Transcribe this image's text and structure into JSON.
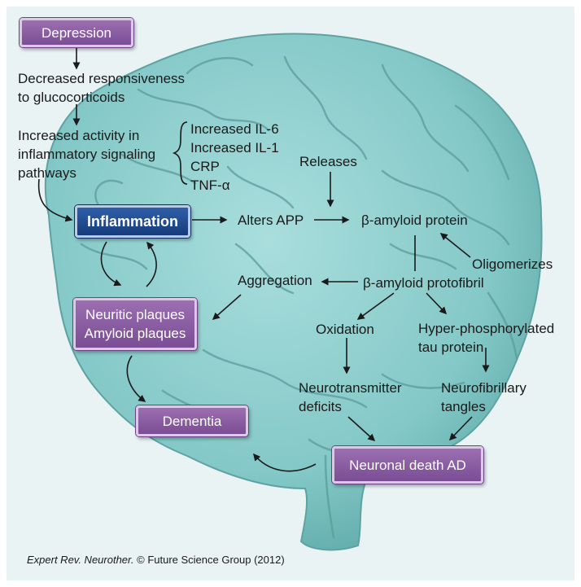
{
  "nodes": {
    "depression": "Depression",
    "decreased_responsiveness": [
      "Decreased responsiveness",
      "to glucocorticoids"
    ],
    "increased_activity": [
      "Increased activity in",
      "inflammatory signaling",
      "pathways"
    ],
    "markers": [
      "Increased IL-6",
      "Increased IL-1",
      "CRP",
      "TNF-α"
    ],
    "inflammation": "Inflammation",
    "alters_app": "Alters APP",
    "releases": "Releases",
    "beta_amyloid_protein": "β-amyloid protein",
    "oligomerizes": "Oligomerizes",
    "aggregation": "Aggregation",
    "beta_amyloid_protofibril": "β-amyloid protofibril",
    "plaques": [
      "Neuritic plaques",
      "Amyloid plaques"
    ],
    "oxidation": "Oxidation",
    "hyperphosphorylated": [
      "Hyper-phosphorylated",
      "tau protein"
    ],
    "neurotransmitter_deficits": [
      "Neurotransmitter",
      "deficits"
    ],
    "neurofibrillary_tangles": [
      "Neurofibrillary",
      "tangles"
    ],
    "dementia": "Dementia",
    "neuronal_death": "Neuronal death AD"
  },
  "footer": {
    "journal": "Expert Rev. Neurother.",
    "copyright": "© Future Science Group (2012)"
  },
  "colors": {
    "brain": "#8ed0cf",
    "purple_box": "#7a4d95",
    "blue_box": "#163c7c"
  }
}
